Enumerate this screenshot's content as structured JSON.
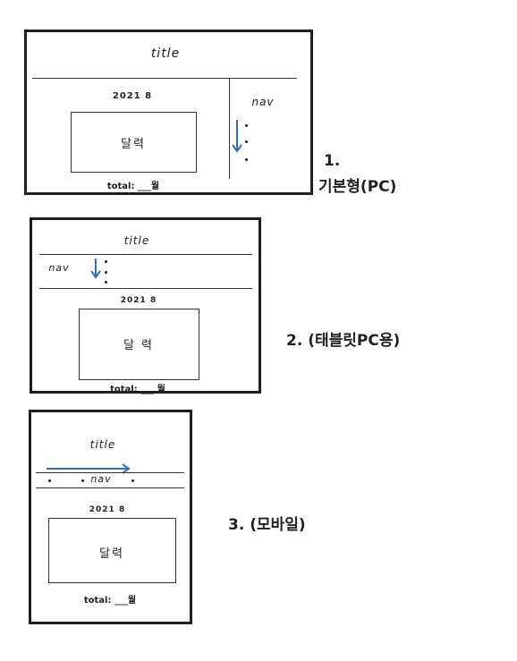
{
  "colors": {
    "arrow": "#2e6fc0",
    "ink": "#1e1e1e"
  },
  "layouts": [
    {
      "text": {
        "title": "title",
        "date": "2021 8",
        "calendar": "달력",
        "total": "total: ___월",
        "nav": "nav"
      },
      "label": {
        "number": "1.",
        "name": "기본형(PC)"
      }
    },
    {
      "text": {
        "title": "title",
        "date": "2021 8",
        "calendar": "달 력",
        "total": "total: ___ 월",
        "nav": "nav"
      },
      "label": {
        "text": "2. (태블릿PC용)"
      }
    },
    {
      "text": {
        "title": "title",
        "date": "2021 8",
        "calendar": "달력",
        "total": "total: ___월",
        "nav": "nav"
      },
      "label": {
        "text": "3. (모바일)"
      }
    }
  ]
}
